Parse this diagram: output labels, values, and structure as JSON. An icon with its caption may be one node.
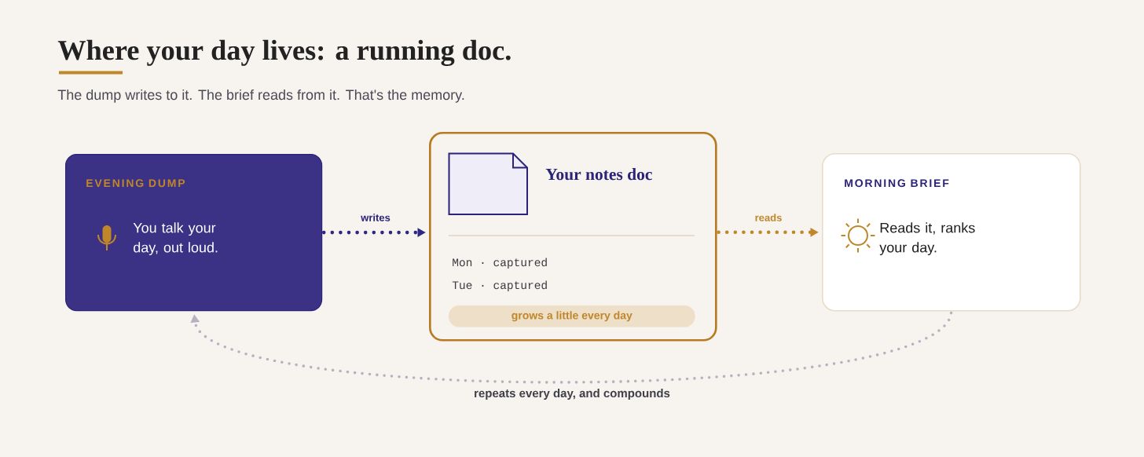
{
  "diagram": {
    "title": "Where your day lives: a running doc.",
    "nodes": [
      {
        "text": [
          "EVENING DUMP",
          "You talk your day, out loud."
        ]
      },
      {
        "text": [
          "Your notes doc",
          "Mon · captured",
          "Tue · captured"
        ]
      },
      {
        "text": [
          "grows a little every day"
        ],
        "in": 1
      },
      {
        "text": [
          "MORNING BRIEF",
          "Reads it, ranks your day."
        ]
      }
    ],
    "edges": [
      {
        "from": 0,
        "to": 1,
        "arrow": "to",
        "label": "writes",
        "style": "dashed",
        "color": "#2e2880"
      },
      {
        "from": 1,
        "to": 3,
        "arrow": "to",
        "label": "reads",
        "style": "dashed",
        "color": "#c0862a"
      },
      {
        "from": 3,
        "to": 0,
        "arrow": "to",
        "label": "repeats every day, and compounds",
        "style": "dashed",
        "color": "#b5b1c2"
      }
    ],
    "labels": [
      "The dump writes to it. The brief reads from it. That's the memory."
    ]
  }
}
